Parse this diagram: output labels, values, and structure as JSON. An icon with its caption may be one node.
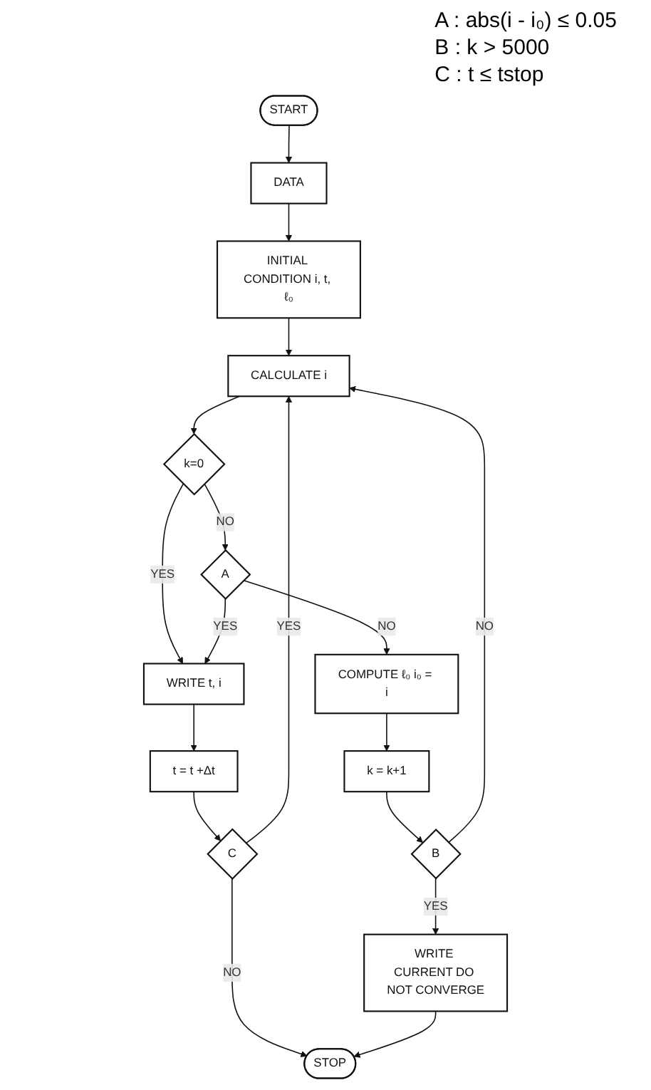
{
  "diagram": {
    "nodes": [
      {
        "text": [
          "START"
        ]
      },
      {
        "text": [
          "DATA"
        ]
      },
      {
        "text": [
          "INITIAL CONDITION i, t, ℓ₀"
        ]
      },
      {
        "text": [
          "CALCULATE i"
        ]
      },
      {
        "text": [
          "k=0"
        ]
      },
      {
        "text": [
          "A"
        ]
      },
      {
        "text": [
          "COMPUTE ℓ₀ i₀ = i"
        ]
      },
      {
        "text": [
          "WRITE t, i"
        ]
      },
      {
        "text": [
          "k = k+1"
        ]
      },
      {
        "text": [
          "t = t +Δt"
        ]
      },
      {
        "text": [
          "B"
        ]
      },
      {
        "text": [
          "C"
        ]
      },
      {
        "text": [
          "WRITE CURRENT DO NOT CONVERGE"
        ]
      },
      {
        "text": [
          "STOP"
        ]
      }
    ],
    "edges": [
      {
        "from": 0,
        "to": 1,
        "arrow": "to"
      },
      {
        "from": 1,
        "to": 2,
        "arrow": "to"
      },
      {
        "from": 2,
        "to": 3,
        "arrow": "to"
      },
      {
        "from": 3,
        "to": 4,
        "arrow": "to"
      },
      {
        "from": 4,
        "to": 7,
        "label": "YES",
        "arrow": "to"
      },
      {
        "from": 4,
        "to": 5,
        "label": "NO",
        "arrow": "to"
      },
      {
        "from": 5,
        "to": 7,
        "label": "YES",
        "arrow": "to"
      },
      {
        "from": 5,
        "to": 6,
        "label": "NO",
        "arrow": "to"
      },
      {
        "from": 6,
        "to": 8,
        "arrow": "to"
      },
      {
        "from": 7,
        "to": 9,
        "arrow": "to"
      },
      {
        "from": 8,
        "to": 10,
        "arrow": "to"
      },
      {
        "from": 10,
        "to": 3,
        "label": "NO",
        "arrow": "to"
      },
      {
        "from": 10,
        "to": 12,
        "label": "YES",
        "arrow": "to"
      },
      {
        "from": 9,
        "to": 11,
        "arrow": "to"
      },
      {
        "from": 11,
        "to": 3,
        "label": "YES",
        "arrow": "to"
      },
      {
        "from": 11,
        "to": 13,
        "label": "NO",
        "arrow": "to"
      },
      {
        "from": 12,
        "to": 13,
        "arrow": "to"
      }
    ],
    "labels": [
      "A : abs(i - i₀) ≤ 0.05",
      "B : k > 5000",
      "C : t ≤ tstop"
    ]
  }
}
